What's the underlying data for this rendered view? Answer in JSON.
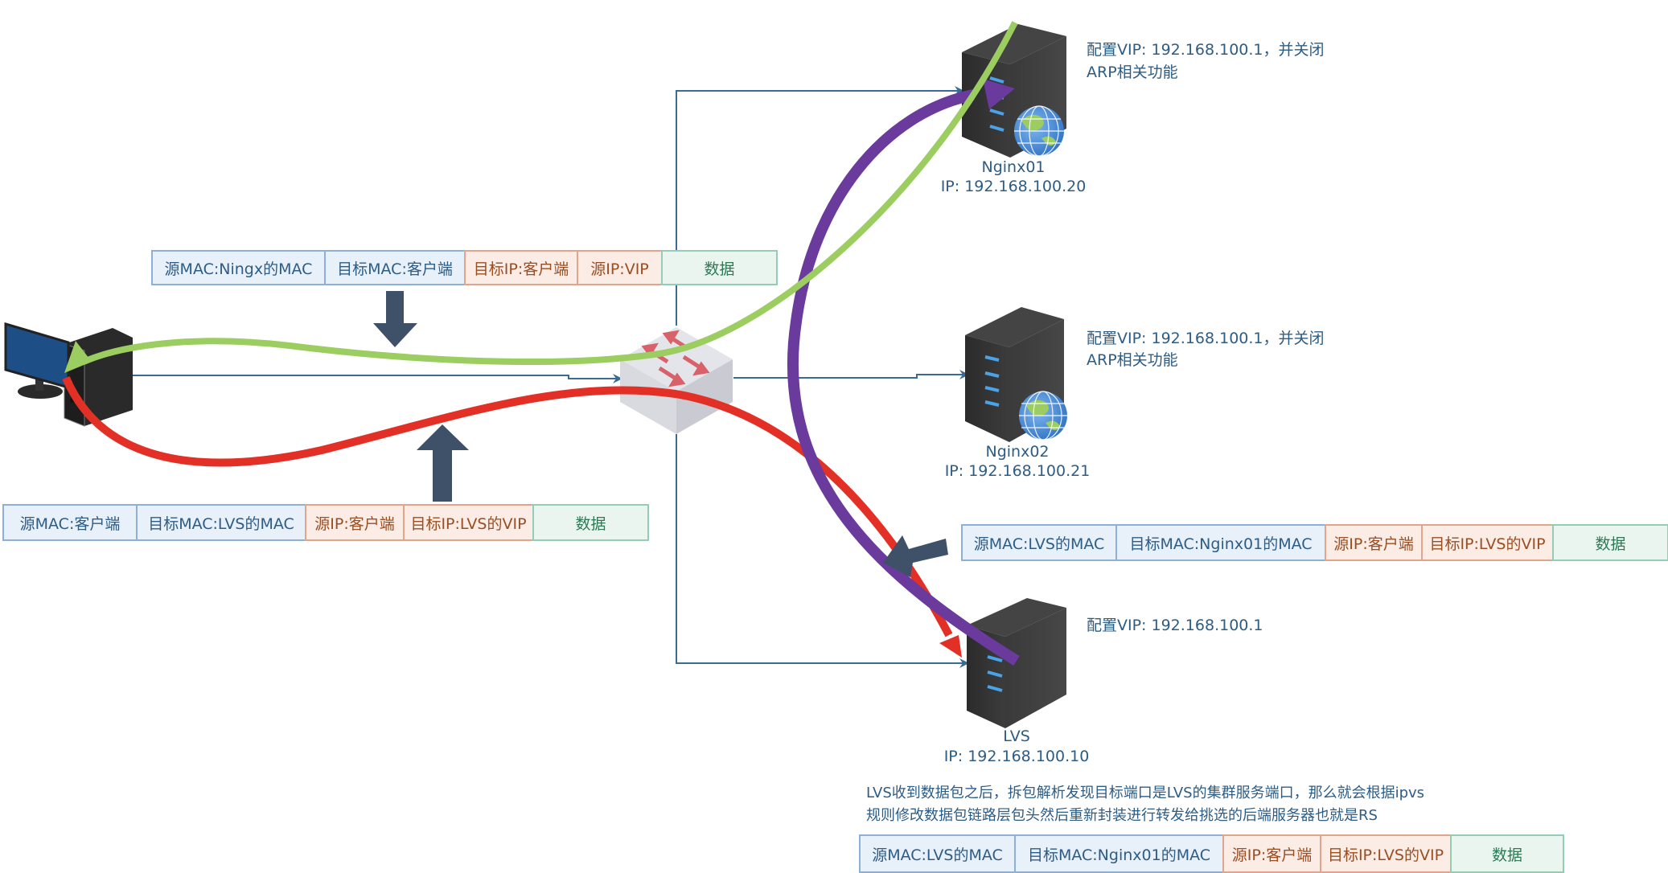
{
  "colors": {
    "link_line": "#3a6a96",
    "request_path": "#e33026",
    "forward_path": "#6a3a9c",
    "response_path": "#9ccd60",
    "block_arrow": "#3f5169",
    "text": "#2d5c85"
  },
  "nodes": {
    "client": {
      "icon": "desktop-computer-icon"
    },
    "switch": {
      "icon": "network-switch-icon"
    },
    "nginx01": {
      "name": "Nginx01",
      "ip": "IP: 192.168.100.20",
      "config_line1": "配置VIP: 192.168.100.1，并关闭",
      "config_line2": "ARP相关功能"
    },
    "nginx02": {
      "name": "Nginx02",
      "ip": "IP: 192.168.100.21",
      "config_line1": "配置VIP: 192.168.100.1，并关闭",
      "config_line2": "ARP相关功能"
    },
    "lvs": {
      "name": "LVS",
      "ip": "IP: 192.168.100.10",
      "config_line1": "配置VIP: 192.168.100.1"
    }
  },
  "note": {
    "line1": "LVS收到数据包之后，拆包解析发现目标端口是LVS的集群服务端口，那么就会根据ipvs",
    "line2": "规则修改数据包链路层包头然后重新封装进行转发给挑选的后端服务器也就是RS"
  },
  "packets": {
    "response": [
      {
        "type": "mac",
        "text": "源MAC:Ningx的MAC"
      },
      {
        "type": "mac",
        "text": "目标MAC:客户端"
      },
      {
        "type": "ip",
        "text": "目标IP:客户端"
      },
      {
        "type": "ip",
        "text": "源IP:VIP"
      },
      {
        "type": "data",
        "text": "数据"
      }
    ],
    "request": [
      {
        "type": "mac",
        "text": "源MAC:客户端"
      },
      {
        "type": "mac",
        "text": "目标MAC:LVS的MAC"
      },
      {
        "type": "ip",
        "text": "源IP:客户端"
      },
      {
        "type": "ip",
        "text": "目标IP:LVS的VIP"
      },
      {
        "type": "data",
        "text": "数据"
      }
    ],
    "forward_right": [
      {
        "type": "mac",
        "text": "源MAC:LVS的MAC"
      },
      {
        "type": "mac",
        "text": "目标MAC:Nginx01的MAC"
      },
      {
        "type": "ip",
        "text": "源IP:客户端"
      },
      {
        "type": "ip",
        "text": "目标IP:LVS的VIP"
      },
      {
        "type": "data",
        "text": "数据"
      }
    ],
    "forward_bottom": [
      {
        "type": "mac",
        "text": "源MAC:LVS的MAC"
      },
      {
        "type": "mac",
        "text": "目标MAC:Nginx01的MAC"
      },
      {
        "type": "ip",
        "text": "源IP:客户端"
      },
      {
        "type": "ip",
        "text": "目标IP:LVS的VIP"
      },
      {
        "type": "data",
        "text": "数据"
      }
    ]
  }
}
